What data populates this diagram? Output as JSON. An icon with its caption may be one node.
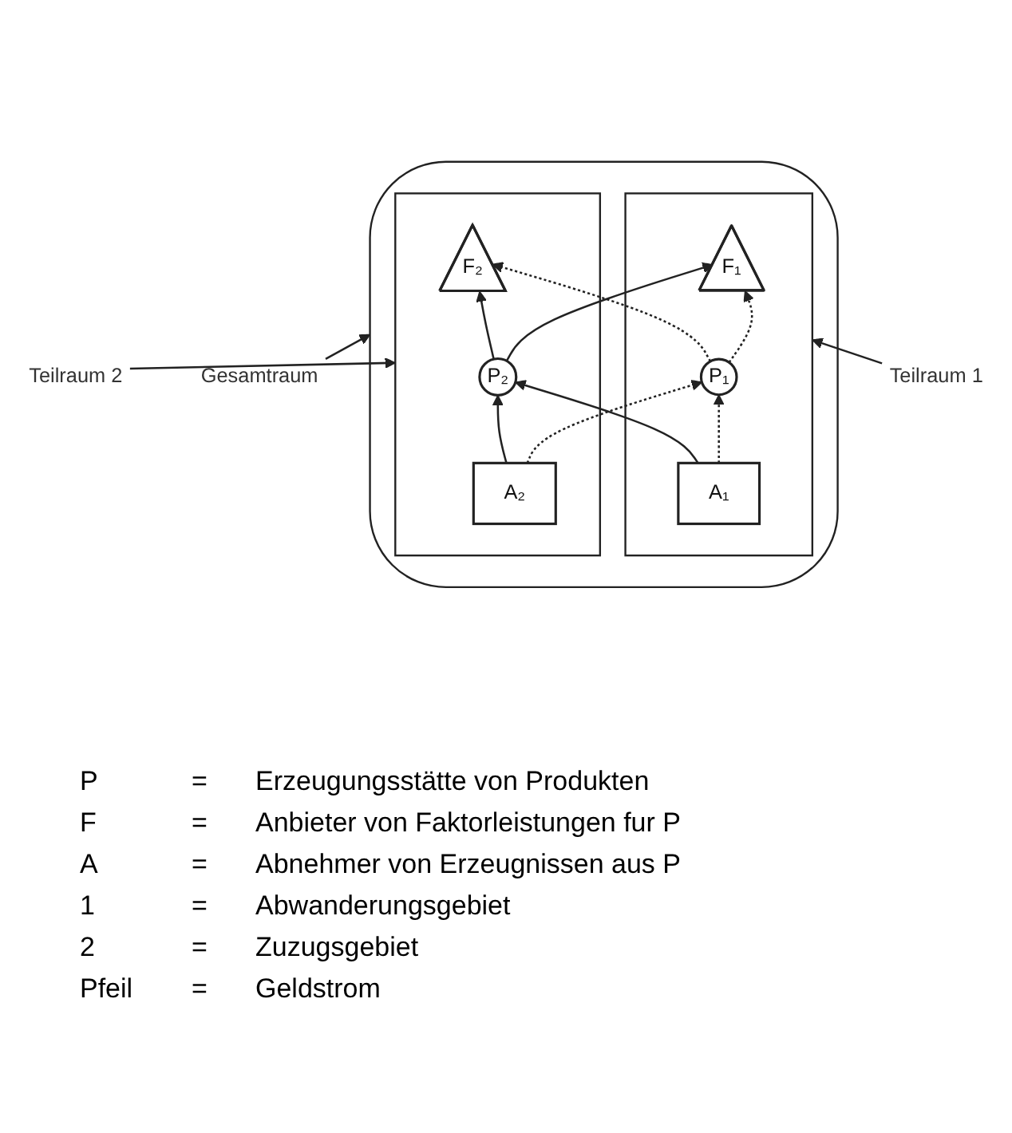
{
  "diagram": {
    "nodes": [
      {
        "text": [
          "Gesamtraum"
        ]
      },
      {
        "text": [],
        "shape": "ellipse"
      },
      {
        "text": [],
        "shape": "area",
        "in": 1
      },
      {
        "text": [],
        "shape": "area",
        "in": 1
      },
      {
        "text": [
          "F₁"
        ],
        "in": 2
      },
      {
        "text": [
          "P₁"
        ],
        "in": 2
      },
      {
        "text": [
          "A₁"
        ],
        "in": 2
      },
      {
        "text": [
          "F₂"
        ],
        "in": 3
      },
      {
        "text": [
          "P₂"
        ],
        "in": 3
      },
      {
        "text": [
          "A₂"
        ],
        "in": 3
      },
      {
        "text": [
          "Teilraum 1"
        ]
      },
      {
        "text": [
          "Teilraum 2"
        ]
      }
    ],
    "edges": [
      {
        "from": 0,
        "to": 1,
        "arrow": "to"
      },
      {
        "from": 6,
        "to": 5,
        "arrow": "to",
        "style": "dashed"
      },
      {
        "from": 6,
        "to": 8,
        "arrow": "to"
      },
      {
        "from": 9,
        "to": 8,
        "arrow": "to"
      },
      {
        "from": 9,
        "to": 5,
        "arrow": "to",
        "style": "dashed"
      },
      {
        "from": 5,
        "to": 4,
        "arrow": "to",
        "style": "dashed"
      },
      {
        "from": 5,
        "to": 7,
        "arrow": "to",
        "style": "dashed"
      },
      {
        "from": 8,
        "to": 4,
        "arrow": "to"
      },
      {
        "from": 8,
        "to": 7,
        "arrow": "to"
      },
      {
        "from": 10,
        "to": 2,
        "arrow": "to"
      },
      {
        "from": 11,
        "to": 3,
        "arrow": "to"
      }
    ],
    "labels": [
      "P",
      "=",
      "Erzeugungsstätte von Produkten",
      "F",
      "=",
      "Anbieter von Faktorleistungen fur P",
      "A",
      "=",
      "Abnehmer von Erzeugnissen aus P",
      "1",
      "=",
      "Abwanderungsgebiet",
      "2",
      "=",
      "Zuzugsgebiet",
      "Pfeil",
      "=",
      "Geldstrom"
    ]
  }
}
